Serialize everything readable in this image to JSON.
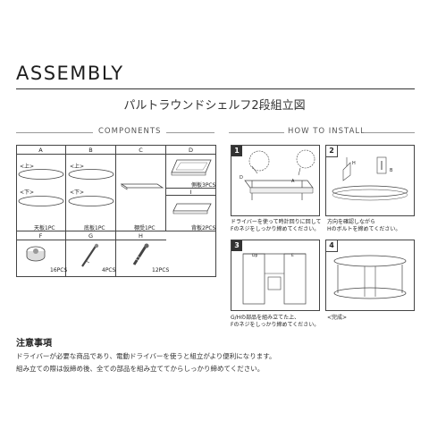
{
  "header": {
    "title": "ASSEMBLY",
    "subtitle": "パルトラウンドシェルフ2段組立図"
  },
  "components": {
    "heading": "COMPONENTS",
    "columns": [
      "A",
      "B",
      "C",
      "D"
    ],
    "row2_columns": [
      "F",
      "G",
      "H"
    ],
    "extra_label": "I",
    "parts": {
      "a_top_mark": "<上>",
      "a_bottom_mark": "<下>",
      "b_top_mark": "<上>",
      "b_bottom_mark": "<下>",
      "a_caption": "天板1PC",
      "b_caption": "底板1PC",
      "c_caption": "棚受1PC",
      "d_caption": "側板3PCS",
      "i_caption": "背板2PCS",
      "f_caption": "16PCS",
      "g_caption": "4PCS",
      "h_caption": "12PCS"
    }
  },
  "install": {
    "heading": "HOW TO INSTALL",
    "steps": [
      {
        "number": "1",
        "note_line1": "ドライバーを使って時計回りに回して",
        "note_line2": "Fのネジをしっかり締めてください。"
      },
      {
        "number": "2",
        "note_line1": "方向を確認しながら",
        "note_line2": "Hのボルトを締めてください。"
      },
      {
        "number": "3",
        "note_line1": "G/Hの部品を組み立てた上、",
        "note_line2": "Fのネジをしっかり締めてください。"
      },
      {
        "number": "4",
        "note_line1": "<完成>",
        "note_line2": ""
      }
    ],
    "labels": {
      "d": "D",
      "a": "A",
      "h": "H",
      "b": "B",
      "d_mark": "Dp",
      "e_mark": "E"
    }
  },
  "notice": {
    "title": "注意事項",
    "line1": "ドライバーが必要な商品であり、電動ドライバーを使うと組立がより便利になります。",
    "line2": "組み立ての際は仮締め後、全ての部品を組み立ててからしっかり締めてください。"
  },
  "colors": {
    "line": "#444444",
    "dark_badge": "#333333"
  }
}
